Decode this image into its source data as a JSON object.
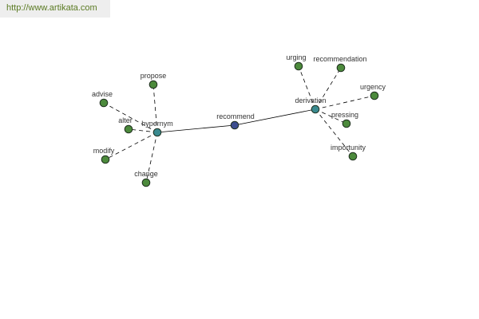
{
  "site_link": "http://www.artikata.com",
  "graph": {
    "colors": {
      "center_node": "#3c4d8f",
      "relation_node": "#3a8a8f",
      "leaf_node": "#4c8a3c",
      "node_stroke": "#1e2e1e",
      "edge": "#000000"
    },
    "center": {
      "id": "recommend",
      "label": "recommend"
    },
    "relations": [
      {
        "id": "hypernym",
        "label": "hypernym",
        "leaves": [
          "propose",
          "advise",
          "alter",
          "modify",
          "change"
        ]
      },
      {
        "id": "derivation",
        "label": "derivation",
        "leaves": [
          "urging",
          "recommendation",
          "urgency",
          "pressing",
          "importunity"
        ]
      }
    ]
  }
}
